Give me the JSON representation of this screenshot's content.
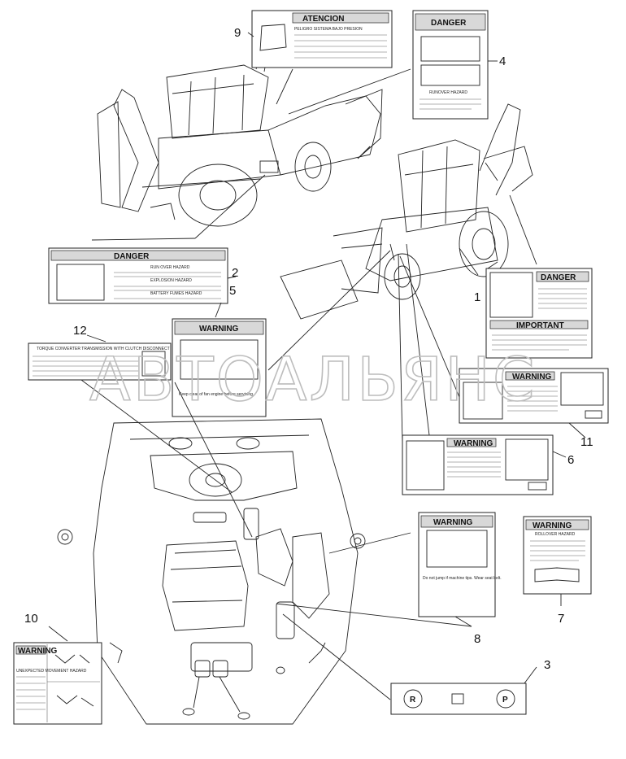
{
  "callouts": [
    "1",
    "2",
    "3",
    "4",
    "5",
    "6",
    "7",
    "8",
    "9",
    "10",
    "11",
    "12"
  ],
  "decals": {
    "d9": {
      "header": "ATENCION",
      "sub": "PELIGRO SISTEMA BAJO PRESION"
    },
    "d4": {
      "header": "DANGER",
      "foot": "RUNOVER HAZARD"
    },
    "d2": {
      "header": "DANGER",
      "line1": "RUN OVER HAZARD",
      "line2": "EXPLOSION HAZARD",
      "line3": "BATTERY FUMES HAZARD"
    },
    "d5": {
      "header": "WARNING",
      "foot": "Keep clear of fan engine before servicing."
    },
    "d12": {
      "header": "TORQUE CONVERTER TRANSMISSION WITH CLUTCH DISCONNECT"
    },
    "d1": {
      "header": "DANGER",
      "mid": "IMPORTANT"
    },
    "d11": {
      "header": "WARNING"
    },
    "d6": {
      "header": "WARNING"
    },
    "d8": {
      "header": "WARNING",
      "foot": "Do not jump if machine tips. Wear seat belt."
    },
    "d7": {
      "header": "WARNING",
      "sub": "ROLLOVER HAZARD"
    },
    "d10": {
      "header": "WARNING",
      "sub": "UNEXPECTED MOVEMENT HAZARD"
    },
    "d3": {}
  },
  "watermark": "АВТОАЛЬЯНС",
  "colors": {
    "ink": "#111111",
    "watermark": "#bdbdbd",
    "band": "#d8d8d8"
  }
}
